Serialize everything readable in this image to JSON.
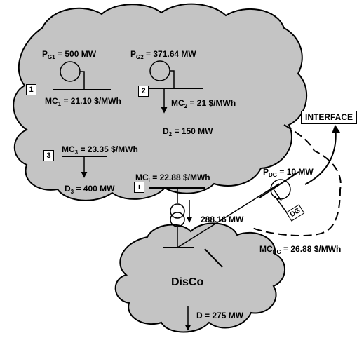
{
  "transmission": {
    "gen1": {
      "sym": "P",
      "sub": "G1",
      "rest": " = 500 MW"
    },
    "gen2": {
      "sym": "P",
      "sub": "G2",
      "rest": " = 371.64 MW"
    },
    "mc1": {
      "sym": "MC",
      "sub": "1",
      "rest": " = 21.10 $/MWh"
    },
    "mc2": {
      "sym": "MC",
      "sub": "2",
      "rest": " = 21 $/MWh"
    },
    "mc3": {
      "sym": "MC",
      "sub": "3",
      "rest": " = 23.35 $/MWh"
    },
    "mci": {
      "sym": "MC",
      "sub": "i",
      "rest": " = 22.88 $/MWh"
    },
    "d2": {
      "sym": "D",
      "sub": "2",
      "rest": " = 150 MW"
    },
    "d3": {
      "sym": "D",
      "sub": "3",
      "rest": " = 400 MW"
    },
    "bus_labels": [
      "1",
      "2",
      "3",
      "i"
    ]
  },
  "distribution": {
    "name": "DisCo",
    "flow": "288.16 MW",
    "load": "D = 275 MW",
    "pdg": {
      "sym": "P",
      "sub": "DG",
      "rest": " = 10 MW"
    },
    "mcdg": {
      "sym": "MC",
      "sub": "DG",
      "rest": " = 26.88 $/MWh"
    },
    "dg_label": "DG"
  },
  "interface_label": "INTERFACE",
  "colors": {
    "cloud_fill": "#c4c4c4",
    "stroke": "#000000"
  }
}
